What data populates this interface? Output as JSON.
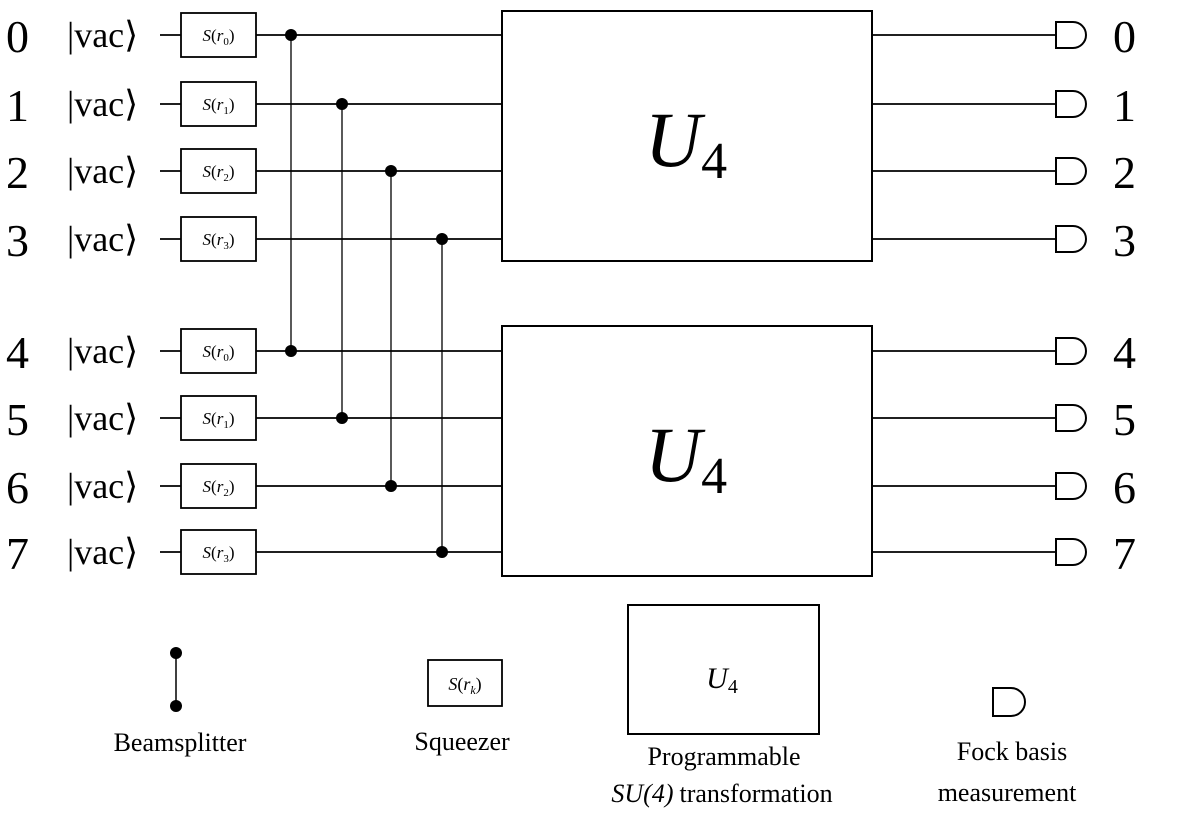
{
  "modes": [
    {
      "index": "0",
      "state": "|vac⟩",
      "squeezer": "r0"
    },
    {
      "index": "1",
      "state": "|vac⟩",
      "squeezer": "r1"
    },
    {
      "index": "2",
      "state": "|vac⟩",
      "squeezer": "r2"
    },
    {
      "index": "3",
      "state": "|vac⟩",
      "squeezer": "r3"
    },
    {
      "index": "4",
      "state": "|vac⟩",
      "squeezer": "r0"
    },
    {
      "index": "5",
      "state": "|vac⟩",
      "squeezer": "r1"
    },
    {
      "index": "6",
      "state": "|vac⟩",
      "squeezer": "r2"
    },
    {
      "index": "7",
      "state": "|vac⟩",
      "squeezer": "r3"
    }
  ],
  "outputs": [
    "0",
    "1",
    "2",
    "3",
    "4",
    "5",
    "6",
    "7"
  ],
  "beamsplitter_pairs": [
    [
      0,
      4
    ],
    [
      1,
      5
    ],
    [
      2,
      6
    ],
    [
      3,
      7
    ]
  ],
  "unitaries": [
    {
      "label": "U",
      "sub": "4",
      "modes": [
        0,
        1,
        2,
        3
      ]
    },
    {
      "label": "U",
      "sub": "4",
      "modes": [
        4,
        5,
        6,
        7
      ]
    }
  ],
  "squeezer_symbol": "S",
  "legend": {
    "beamsplitter": {
      "label": "Beamsplitter"
    },
    "squeezer": {
      "label": "Squeezer",
      "symbol": "S",
      "arg": "r",
      "sub": "k"
    },
    "unitary": {
      "symbol": "U",
      "sub": "4",
      "line1": "Programmable",
      "line2_math": "SU(4)",
      "line2_text": "transformation"
    },
    "measurement": {
      "line1": "Fock basis",
      "line2": "measurement"
    }
  }
}
